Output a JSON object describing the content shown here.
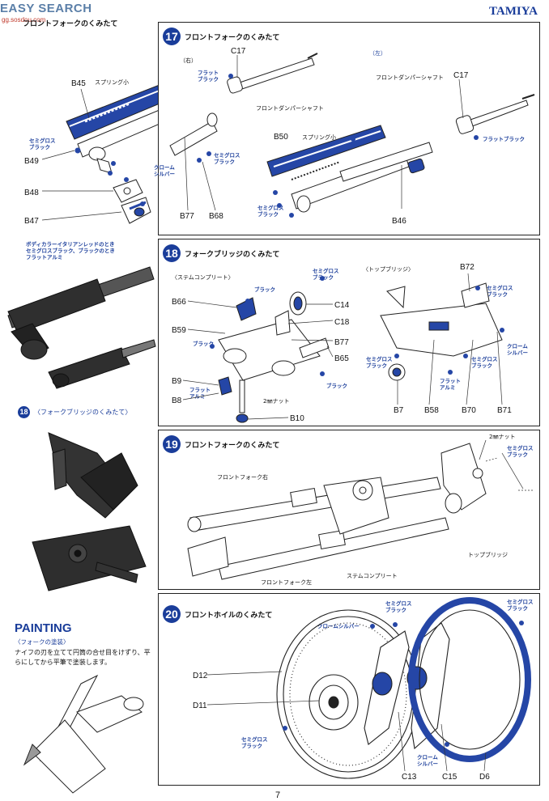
{
  "header": {
    "watermark": "EASY SEARCH",
    "watermark_sub": "gg.sosdou.com",
    "brand": "TAMIYA",
    "page_number": "7"
  },
  "top_left": {
    "title": "フロントフォークのくみたて",
    "labels": {
      "b45": "B45",
      "spring_small": "スプリング小",
      "b49": "B49",
      "b48": "B48",
      "b47": "B47"
    },
    "paint_semigloss": "セミグロス\nブラック",
    "paint_note": "ボディカラーイタリアンレッドのとき\nセミグロスブラック、ブラックのとき\nフラットアルミ"
  },
  "step17": {
    "number": "17",
    "title": "フロントフォークのくみたて",
    "right_label": "（右）",
    "left_label": "（左）",
    "labels": {
      "c17a": "C17",
      "c17b": "C17",
      "damper_shaft_a": "フロントダンパーシャフト",
      "damper_shaft_b": "フロントダンパーシャフト",
      "b50": "B50",
      "spring_small": "スプリング小",
      "b77": "B77",
      "b68": "B68",
      "b46": "B46"
    },
    "paints": {
      "flat_black_a": "フラット\nブラック",
      "flat_black_b": "フラットブラック",
      "chrome_silver": "クローム\nシルバー",
      "semigloss_a": "セミグロス\nブラック",
      "semigloss_b": "セミグロス\nブラック"
    }
  },
  "step18": {
    "number": "18",
    "title": "フォークブリッジのくみたて",
    "stem_label": "〈ステムコンプリート〉",
    "top_bridge_label": "〈トップブリッジ〉",
    "labels": {
      "b66": "B66",
      "b59": "B59",
      "b9": "B9",
      "b8": "B8",
      "b10": "B10",
      "c14": "C14",
      "c18": "C18",
      "b77": "B77",
      "b65": "B65",
      "nut": "2㎜ナット",
      "b72": "B72",
      "b7": "B7",
      "b58": "B58",
      "b70": "B70",
      "b71": "B71"
    },
    "paints": {
      "black_a": "ブラック",
      "black_b": "ブラック",
      "black_c": "ブラック",
      "semigloss_a": "セミグロス\nブラック",
      "flat_alu_a": "フラット\nアルミ",
      "semigloss_b": "セミグロス\nブラック",
      "semigloss_c": "セミグロス\nブラック",
      "flat_alu_b": "フラット\nアルミ",
      "semigloss_d": "セミグロス\nブラック",
      "chrome_silver": "クローム\nシルバー"
    }
  },
  "photo_caption": {
    "number": "18",
    "title": "〈フォークブリッジのくみたて〉"
  },
  "step19": {
    "number": "19",
    "title": "フロントフォークのくみたて",
    "labels": {
      "fork_right": "フロントフォーク右",
      "fork_left": "フロントフォーク左",
      "stem_complete": "ステムコンプリート",
      "top_bridge": "トップブリッジ",
      "nut": "2㎜ナット"
    },
    "paints": {
      "semigloss": "セミグロス\nブラック"
    }
  },
  "step20": {
    "number": "20",
    "title": "フロントホイルのくみたて",
    "labels": {
      "d12": "D12",
      "d11": "D11",
      "c13": "C13",
      "c15": "C15",
      "d6": "D6"
    },
    "paints": {
      "chrome_a": "クロームシルバー",
      "semigloss_a": "セミグロス\nブラック",
      "semigloss_b": "セミグロス\nブラック",
      "semigloss_c": "セミグロス\nブラック",
      "chrome_b": "クローム\nシルバー"
    }
  },
  "painting": {
    "heading": "PAINTING",
    "subheading": "〈フォークの塗装〉",
    "body": "ナイフの刃を立てて円筒の合せ目をけずり、平らにしてから平筆で塗装します。"
  }
}
